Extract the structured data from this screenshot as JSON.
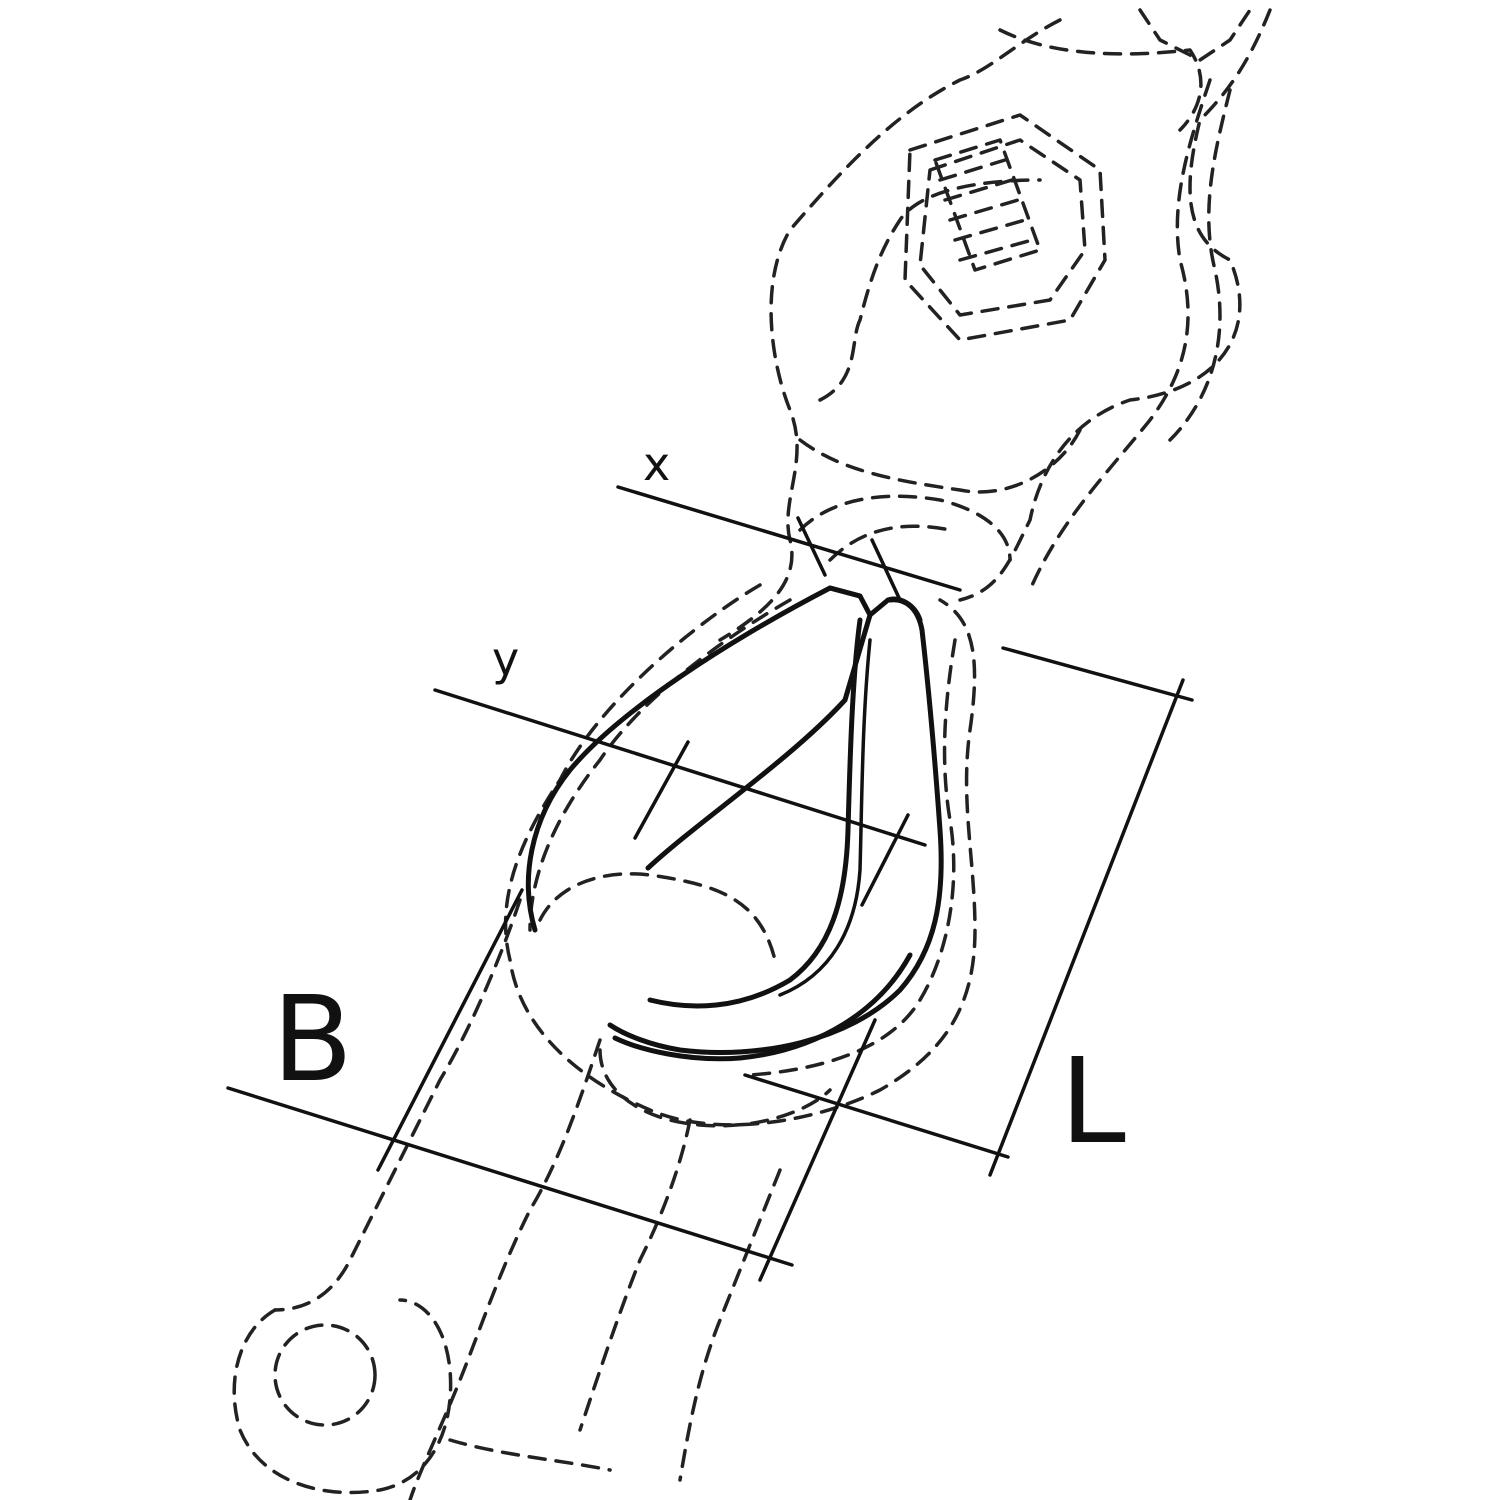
{
  "labels": {
    "x": "x",
    "y": "y",
    "B": "B",
    "L": "L"
  },
  "colors": {
    "line": "#111111",
    "background": "#ffffff"
  }
}
